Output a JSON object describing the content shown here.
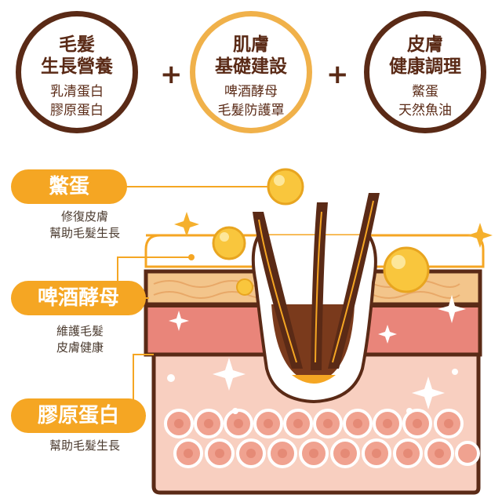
{
  "top_circles": [
    {
      "title_lines": [
        "毛髮",
        "生長營養"
      ],
      "body_lines": [
        "乳清蛋白",
        "膠原蛋白"
      ]
    },
    {
      "title_lines": [
        "肌膚",
        "基礎建設"
      ],
      "body_lines": [
        "啤酒酵母",
        "毛髮防護罩"
      ]
    },
    {
      "title_lines": [
        "皮膚",
        "健康調理"
      ],
      "body_lines": [
        "鱉蛋",
        "天然魚油"
      ]
    }
  ],
  "plus_symbol": "+",
  "ingredients": [
    {
      "name": "鱉蛋",
      "desc_lines": [
        "修復皮膚",
        "幫助毛髮生長"
      ]
    },
    {
      "name": "啤酒酵母",
      "desc_lines": [
        "維護毛髮",
        "皮膚健康"
      ]
    },
    {
      "name": "膠原蛋白",
      "desc_lines": [
        "幫助毛髮生長"
      ]
    }
  ],
  "colors": {
    "brown": "#5a2a16",
    "gold": "#f5a623",
    "gold_light": "#f9d77e",
    "skin_top": "#f3c58b",
    "skin_mid": "#e9857a",
    "skin_dermis": "#f8cfc0",
    "fat_cell": "#f0a290"
  }
}
